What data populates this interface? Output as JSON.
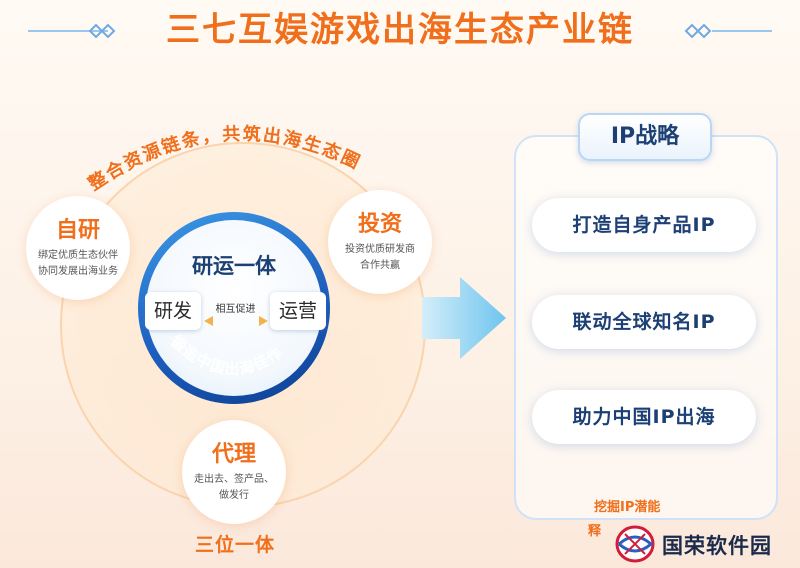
{
  "title": "三七互娱游戏出海生态产业链",
  "ecosystem": {
    "arc_label": "整合资源链条，共筑出海生态圈",
    "bottom_label": "三位一体",
    "nodes": {
      "self_rd": {
        "title": "自研",
        "desc_line1": "绑定优质生态伙伴",
        "desc_line2": "协同发展出海业务"
      },
      "invest": {
        "title": "投资",
        "desc_line1": "投资优质研发商",
        "desc_line2": "合作共赢"
      },
      "agency": {
        "title": "代理",
        "desc_line1": "走出去、签产品、",
        "desc_line2": "做发行"
      }
    },
    "core": {
      "title": "研运一体",
      "left_pill": "研发",
      "right_pill": "运营",
      "middle_text": "相互促进",
      "arc_text": "锻造中国出海佳作"
    }
  },
  "ip_strategy": {
    "badge": "IP战略",
    "items": [
      "打造自身产品IP",
      "联动全球知名IP",
      "助力中国IP出海"
    ],
    "footer_line1": "挖掘IP潜能",
    "footer_line2": "释"
  },
  "watermark": {
    "text": "国荣软件园"
  },
  "colors": {
    "accent": "#f06f1c",
    "blue": "#1d5fbf",
    "navy": "#1c3f74"
  }
}
